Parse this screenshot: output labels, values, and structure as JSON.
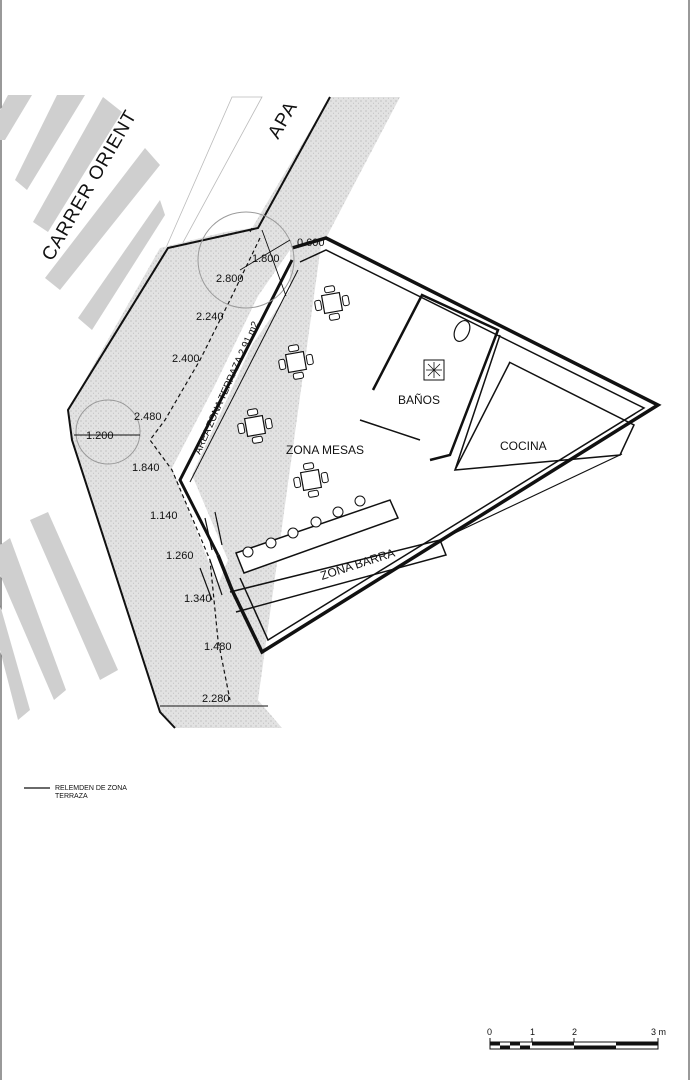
{
  "streets": {
    "carrer_orient": "CARRER ORIENT",
    "apa": "APA"
  },
  "rooms": {
    "zona_mesas": "ZONA MESAS",
    "banos": "BAÑOS",
    "cocina": "COCINA",
    "zona_barra": "ZONA BARRA"
  },
  "terrace_area_label": "AREA ZONA TERRAZA 2.91 m2",
  "dimensions": {
    "d_0600": "0.600",
    "d_1800": "1.800",
    "d_2800": "2.800",
    "d_2240": "2.240",
    "d_2400": "2.400",
    "d_2480": "2.480",
    "d_1200": "1.200",
    "d_1840": "1.840",
    "d_1140": "1.140",
    "d_1260": "1.260",
    "d_1340": "1.340",
    "d_1480": "1.480",
    "d_2280": "2.280"
  },
  "legend": {
    "line1": "RELEMDEN DE ZONA",
    "line2": "TERRAZA"
  },
  "scale_bar": {
    "labels": [
      "0",
      "1",
      "2",
      "3 m"
    ]
  },
  "colors": {
    "crosswalk": "#cccccc",
    "sidewalk": "#dedede",
    "wall": "#111111"
  }
}
